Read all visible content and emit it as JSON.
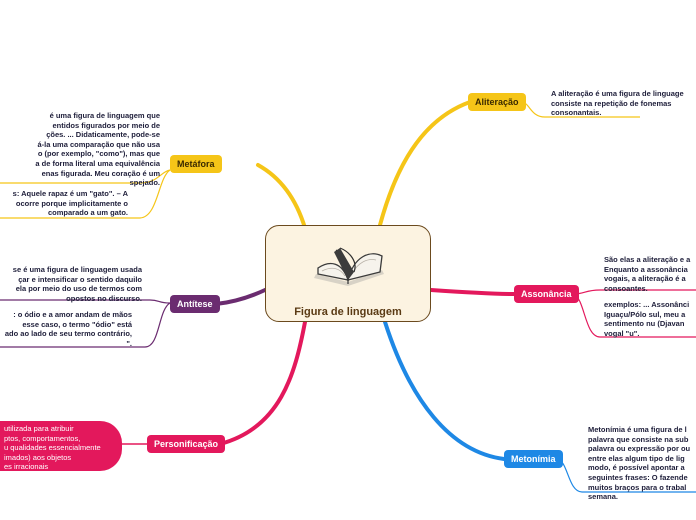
{
  "central": {
    "title": "Figura de linguagem",
    "icon": "open-book-icon"
  },
  "topics": {
    "metafora": {
      "label": "Metáfora",
      "color": "#f5c518"
    },
    "antitese": {
      "label": "Antítese",
      "color": "#6b2c70"
    },
    "personificacao": {
      "label": "Personificação",
      "color": "#e3185c"
    },
    "aliteracao": {
      "label": "Aliteração",
      "color": "#f5c518"
    },
    "assonancia": {
      "label": "Assonância",
      "color": "#e3185c"
    },
    "metonimia": {
      "label": "Metonímia",
      "color": "#1e88e5"
    }
  },
  "notes": {
    "metafora_def": "é uma figura de linguagem que\nentidos figurados por meio de\nções. ... Didaticamente, pode-se\ná-la uma comparação que não usa\no (por exemplo, \"como\"), mas que\na de forma literal uma equivalência\nenas figurada. Meu coração é um\nspejado.",
    "metafora_ex": "s: Aquele rapaz é um \"gato\". – A\nocorre porque implicitamente o\ncomparado a um gato.",
    "antitese_def": "se é uma figura de linguagem usada\nçar e intensificar o sentido daquilo\nela por meio do uso de termos com\nopostos no discurso.",
    "antitese_ex": ": o ódio e a amor andam de mãos\nesse caso, o termo \"ódio\" está\nado ao lado de seu termo contrário,\n\".",
    "personificacao_def": "utilizada para atribuir\nptos, comportamentos,\nu qualidades essencialmente\nimados) aos objetos\nes irracionais",
    "aliteracao_def": "A aliteração é uma figura de linguage\nconsiste na repetição de fonemas\nconsonantais.",
    "assonancia_def": "São elas a aliteração e a\nEnquanto a assonância\nvogais, a aliteração é a\nconsoantes.",
    "assonancia_ex": "exemplos: ... Assonânci\nIguaçu/Pólo sul, meu a\nsentimento nu (Djavan\nvogal \"u\".",
    "metonimia_def": "Metonímia é uma figura de l\npalavra que consiste na sub\npalavra ou expressão por ou\nentre elas algum tipo de lig\nmodo, é possível apontar a\nseguintes frases: O fazende\nmuitos braços para o trabal\nsemana."
  }
}
